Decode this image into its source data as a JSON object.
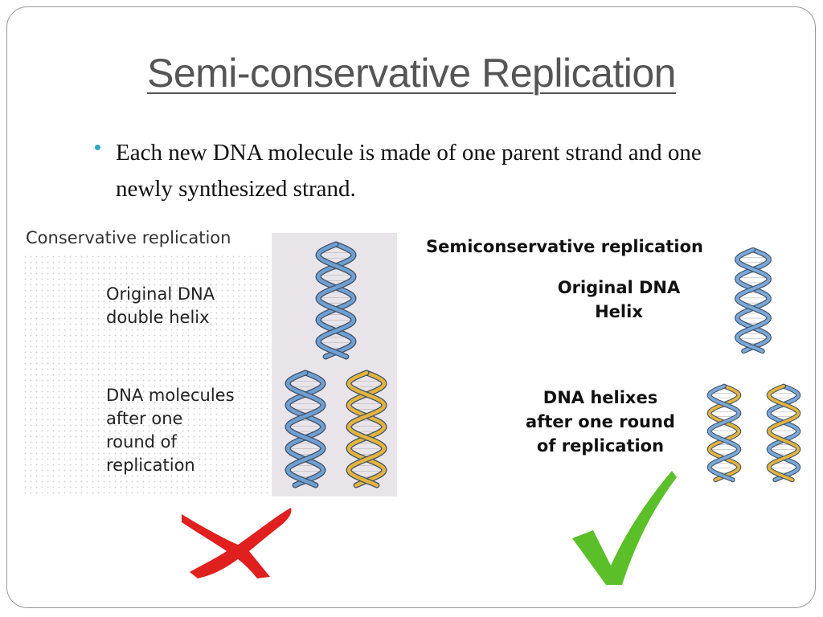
{
  "title": "Semi-conservative Replication",
  "bullet_text": "Each new DNA molecule is made of one parent strand and one newly synthesized strand.",
  "left_panel": {
    "heading": "Conservative replication",
    "original_label": "Original DNA\ndouble helix",
    "after_label": "DNA molecules\nafter one\nround of\nreplication",
    "verdict_icon": "red-x-icon"
  },
  "right_panel": {
    "heading": "Semiconservative replication",
    "original_label": "Original DNA\nHelix",
    "after_label": "DNA helixes\nafter one round\nof replication",
    "verdict_icon": "green-check-icon"
  },
  "colors": {
    "bullet": "#2ea7c9",
    "parent_strand": "#6f9fd0",
    "new_strand": "#e2b43e",
    "wrong_mark": "#e01f1f",
    "right_mark": "#5bbf2a"
  }
}
